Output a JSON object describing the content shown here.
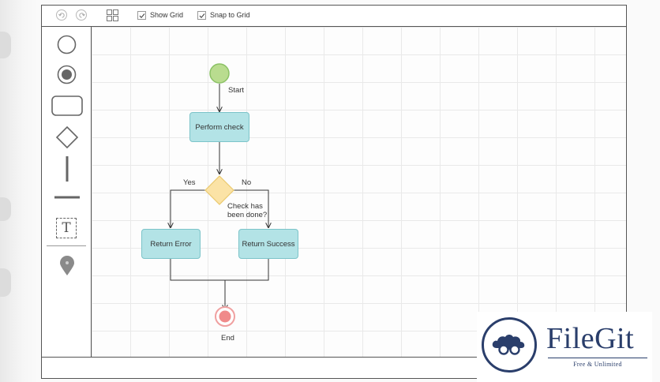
{
  "toolbar": {
    "undo_icon": "undo-icon",
    "redo_icon": "redo-icon",
    "grid_icon": "grid-layout-icon",
    "show_grid": {
      "label": "Show Grid",
      "checked": true
    },
    "snap_to_grid": {
      "label": "Snap to Grid",
      "checked": true
    }
  },
  "palette": {
    "collapse_label": "«",
    "tools": [
      "start-event-icon",
      "end-event-icon",
      "activity-shape-icon",
      "decision-shape-icon",
      "vertical-line-icon",
      "horizontal-line-icon",
      "text-tool-icon",
      "map-pin-icon"
    ],
    "text_tool_glyph": "T"
  },
  "diagram": {
    "start_label": "Start",
    "perform_check": "Perform check",
    "yes_label": "Yes",
    "no_label": "No",
    "decision_label": "Check has been done?",
    "return_error": "Return Error",
    "return_success": "Return Success",
    "end_label": "End"
  },
  "watermark": {
    "title": "FileGit",
    "subtitle": "Free & Unlimited",
    "icon": "cloud-glasses-logo-icon"
  },
  "colors": {
    "start_fill": "#b9dc8f",
    "start_stroke": "#8cc266",
    "activity_fill": "#b3e3e6",
    "decision_fill": "#fbe3a6",
    "end_fill": "#f08a8a",
    "logo_navy": "#2a3e6b"
  }
}
